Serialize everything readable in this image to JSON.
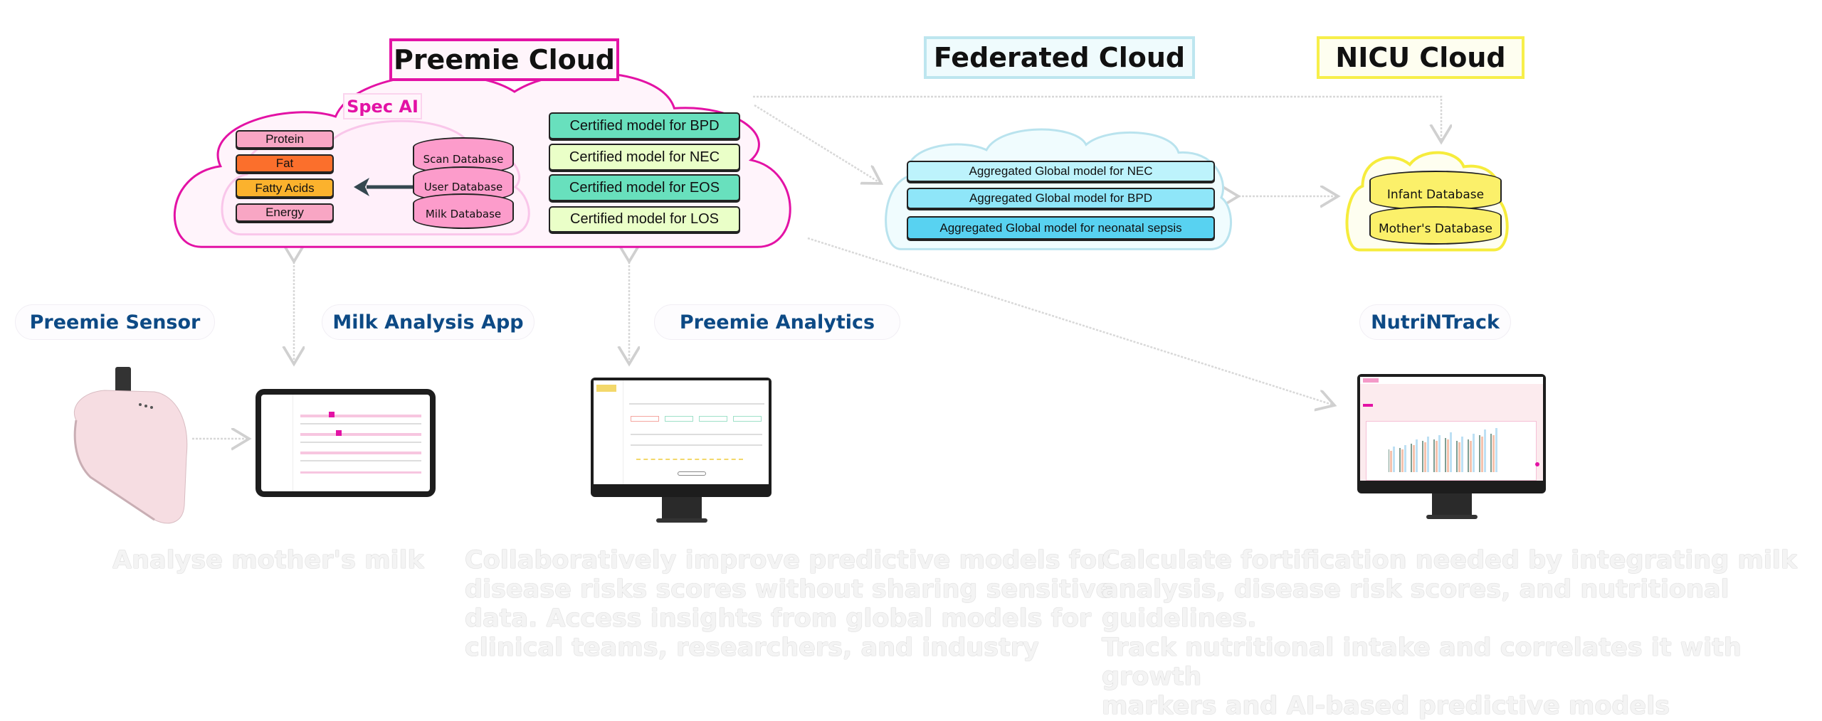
{
  "preemie_cloud": {
    "title": "Preemie Cloud",
    "spec_ai": "Spec AI",
    "nutrients": [
      {
        "label": "Protein",
        "color": "#f8a6c4"
      },
      {
        "label": "Fat",
        "color": "#fb6f2c"
      },
      {
        "label": "Fatty Acids",
        "color": "#fbb22d"
      },
      {
        "label": "Energy",
        "color": "#f8a6c4"
      }
    ],
    "databases": [
      "Scan Database",
      "User Database",
      "Milk Database"
    ],
    "models": [
      {
        "label": "Certified model for BPD",
        "color": "#68e0bd"
      },
      {
        "label": "Certified model for NEC",
        "color": "#eaffc8"
      },
      {
        "label": "Certified model for EOS",
        "color": "#68e0bd"
      },
      {
        "label": "Certified model for LOS",
        "color": "#eaffc8"
      }
    ],
    "color": "#e312a5"
  },
  "federated_cloud": {
    "title": "Federated Cloud",
    "models": [
      {
        "label": "Aggregated Global model for NEC",
        "color": "#bdf3fc"
      },
      {
        "label": "Aggregated Global model for BPD",
        "color": "#8fe6f9"
      },
      {
        "label": "Aggregated Global model for neonatal sepsis",
        "color": "#58d2f1"
      }
    ],
    "color": "#b9e3ee"
  },
  "nicu_cloud": {
    "title": "NICU Cloud",
    "databases": [
      "Infant Database",
      "Mother's Database"
    ],
    "color": "#f6ec3c"
  },
  "products": [
    {
      "label": "Preemie Sensor"
    },
    {
      "label": "Milk Analysis App"
    },
    {
      "label": "Preemie Analytics"
    },
    {
      "label": "NutriNTrack"
    }
  ],
  "descriptions": {
    "sensor": [
      "Analyse mother's milk"
    ],
    "analytics": [
      "Collaboratively improve predictive models for",
      "disease risks scores without sharing sensitive",
      "data. Access insights from global models for",
      "clinical teams, researchers, and industry"
    ],
    "nutrintrack": [
      "Calculate fortification needed by integrating milk",
      "analysis, disease risk scores, and nutritional guidelines.",
      "Track nutritional intake and correlates it with growth",
      "markers and AI-based predictive models"
    ]
  },
  "label_color": "#0d4a85"
}
